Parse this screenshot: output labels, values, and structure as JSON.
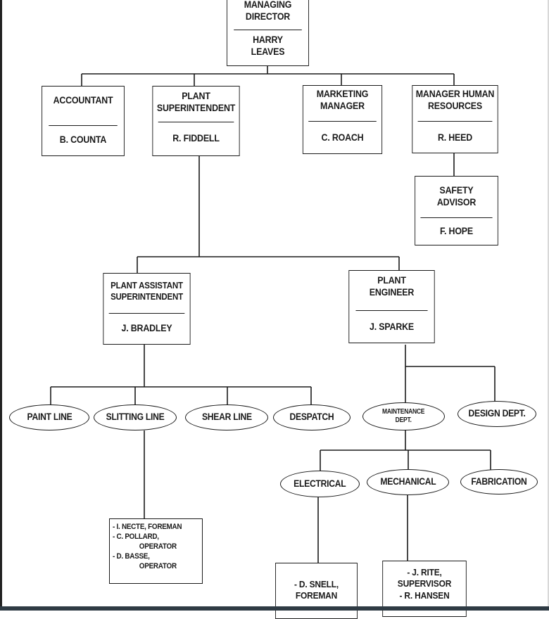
{
  "org": {
    "managing_director": {
      "role": "MANAGING DIRECTOR",
      "name": "HARRY LEAVES",
      "role_l1": "MANAGING",
      "role_l2": "DIRECTOR",
      "name_l1": "HARRY",
      "name_l2": "LEAVES"
    },
    "accountant": {
      "role": "ACCOUNTANT",
      "name": "B. COUNTA"
    },
    "plant_superintendent": {
      "role_l1": "PLANT",
      "role_l2": "SUPERINTENDENT",
      "name": "R. FIDDELL"
    },
    "marketing_manager": {
      "role_l1": "MARKETING",
      "role_l2": "MANAGER",
      "name": "C. ROACH"
    },
    "hr_manager": {
      "role_l1": "MANAGER HUMAN",
      "role_l2": "RESOURCES",
      "name": "R. HEED"
    },
    "safety_advisor": {
      "role_l1": "SAFETY",
      "role_l2": "ADVISOR",
      "name": "F. HOPE"
    },
    "plant_assistant": {
      "role_l1": "PLANT ASSISTANT",
      "role_l2": "SUPERINTENDENT",
      "name": "J. BRADLEY"
    },
    "plant_engineer": {
      "role_l1": "PLANT",
      "role_l2": "ENGINEER",
      "name": "J. SPARKE"
    },
    "lines": {
      "paint": "PAINT LINE",
      "slitting": "SLITTING LINE",
      "shear": "SHEAR LINE",
      "despatch": "DESPATCH"
    },
    "maintenance": {
      "l1": "MAINTENANCE",
      "l2": "DEPT."
    },
    "design": "DESIGN DEPT.",
    "electrical": "ELECTRICAL",
    "mechanical": "MECHANICAL",
    "fabrication": "FABRICATION",
    "slitting_staff": {
      "l1": "- I. NECTE, FOREMAN",
      "l2": "- C. POLLARD,",
      "l3": "OPERATOR",
      "l4": "- D. BASSE,",
      "l5": "OPERATOR"
    },
    "electrical_staff": {
      "l1": "- D. SNELL,",
      "l2": "FOREMAN"
    },
    "mechanical_staff": {
      "l1": "- J. RITE,",
      "l2": "SUPERVISOR",
      "l3": "- R. HANSEN"
    }
  }
}
